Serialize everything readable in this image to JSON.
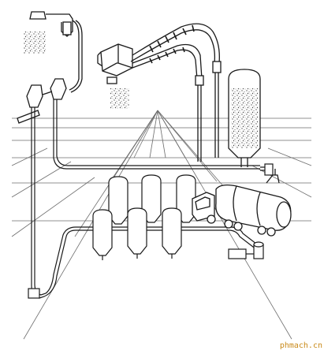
{
  "watermark": "phmach.cn",
  "colors": {
    "ink": "#1a1a1a",
    "ground_lines": "#6e6e6e",
    "watermark": "#c98a1a",
    "powder": "#8a8a8a",
    "background": "#ffffff"
  },
  "components": [
    "ceiling-mounted-vacuum-receiver",
    "twin-hopper-loader",
    "suspended-conveying-head",
    "flexible-conveying-hoses",
    "storage-silo",
    "six-silo-battery",
    "bulk-tanker-truck",
    "pipe-network",
    "vacuum-pump-unit"
  ]
}
